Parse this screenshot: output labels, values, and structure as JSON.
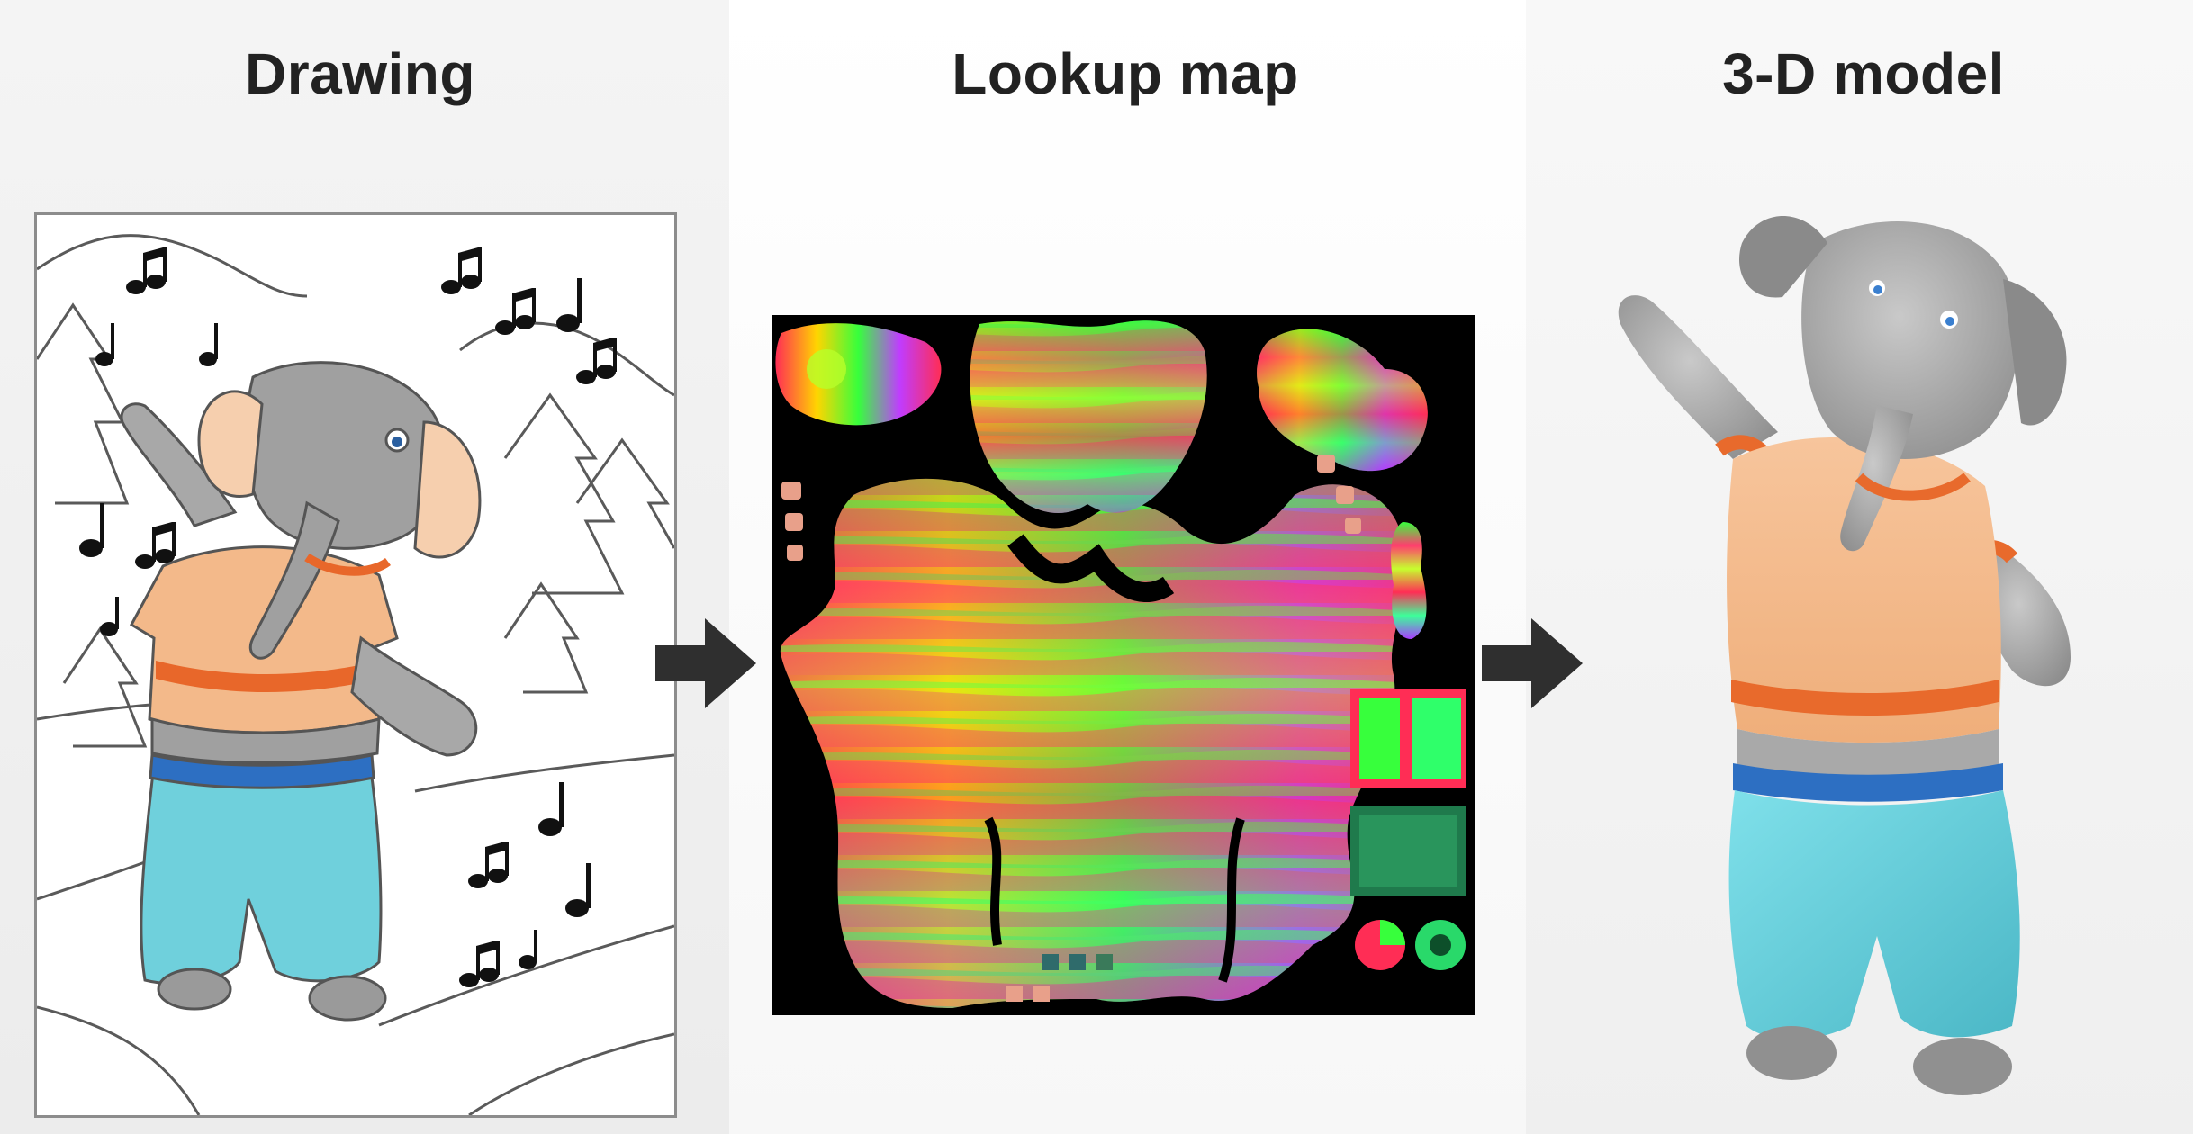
{
  "labels": {
    "drawing": "Drawing",
    "lookup_map": "Lookup map",
    "model_3d": "3-D model"
  },
  "colors": {
    "title_text": "#222222",
    "arrow": "#2f2f2f",
    "frame_border": "#8c8c8c",
    "elephant_gray": "#9b9b9b",
    "shirt_orange": "#f0b37d",
    "stripe_orange": "#e86a2c",
    "pants_teal": "#63c9d6",
    "belt_blue": "#2d6fc2"
  },
  "icons": {
    "arrow_1": "right-arrow-icon",
    "arrow_2": "right-arrow-icon",
    "music_notes": "music-note-icon"
  }
}
